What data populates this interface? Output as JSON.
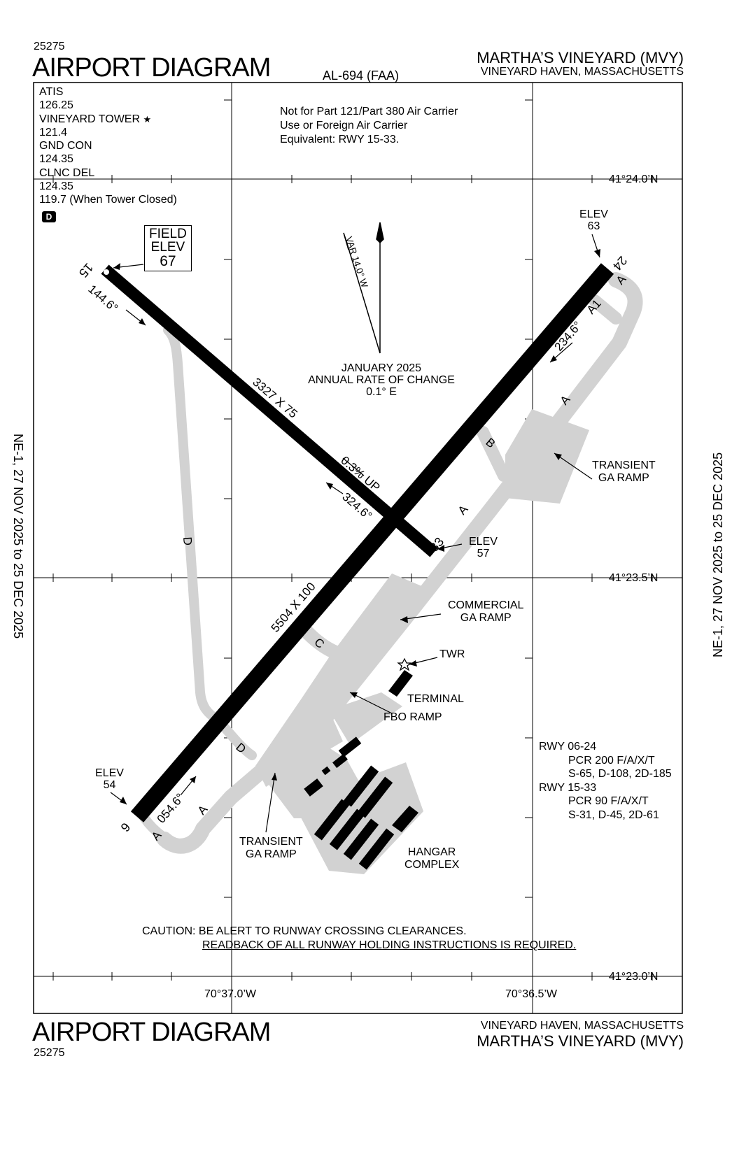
{
  "header": {
    "chart_number": "25275",
    "title": "AIRPORT DIAGRAM",
    "procedure_id": "AL-694 (FAA)",
    "airport_name": "MARTHA’S VINEYARD (MVY)",
    "location": "VINEYARD HAVEN, MASSACHUSETTS"
  },
  "footer": {
    "chart_number": "25275",
    "title": "AIRPORT DIAGRAM",
    "airport_name": "MARTHA’S VINEYARD (MVY)",
    "location": "VINEYARD HAVEN, MASSACHUSETTS"
  },
  "side_text": {
    "left": "NE-1,  27 NOV 2025  to  25 DEC 2025",
    "right": "NE-1,  27 NOV 2025  to  25 DEC 2025"
  },
  "frequencies": {
    "lines": [
      "ATIS",
      "126.25",
      "VINEYARD TOWER",
      "121.4",
      "GND CON",
      "124.35",
      "CLNC DEL",
      "124.35",
      "119.7 (When Tower Closed)"
    ],
    "star": "★",
    "badge": "D"
  },
  "notes": {
    "restriction": [
      "Not for Part 121/Part 380 Air Carrier",
      "Use or Foreign Air Carrier",
      "Equivalent: RWY 15-33."
    ],
    "magvar": "VAR 14.0° W",
    "rate_of_change": [
      "JANUARY 2025",
      "ANNUAL RATE OF CHANGE",
      "0.1° E"
    ],
    "caution_1": "CAUTION: BE ALERT TO RUNWAY CROSSING CLEARANCES.",
    "caution_2": "READBACK OF ALL RUNWAY HOLDING INSTRUCTIONS IS REQUIRED."
  },
  "field_elev": [
    "FIELD",
    "ELEV",
    "67"
  ],
  "coordinates": {
    "lat_top": "41°24.0’N",
    "lat_mid": "41°23.5’N",
    "lat_bot": "41°23.0’N",
    "lon_left": "70°37.0’W",
    "lon_right": "70°36.5’W"
  },
  "runways": {
    "rwy_06_24": {
      "dimensions": "5504 X 100",
      "end_6": "6",
      "end_24": "24",
      "heading_6": "054.6°",
      "heading_24": "234.6°",
      "elev_6": [
        "ELEV",
        "54"
      ],
      "elev_24": [
        "ELEV",
        "63"
      ]
    },
    "rwy_15_33": {
      "dimensions": "3327 X 75",
      "end_15": "15",
      "end_33": "33",
      "heading_15": "144.6°",
      "heading_33": "324.6°",
      "slope": "0.3% UP",
      "elev_33": [
        "ELEV",
        "57"
      ]
    }
  },
  "taxiways": [
    "A",
    "A1",
    "A",
    "B",
    "A",
    "C",
    "D",
    "D",
    "A",
    "A"
  ],
  "labels": {
    "transient_ga_ramp_east": [
      "TRANSIENT",
      "GA RAMP"
    ],
    "commercial_ga_ramp": [
      "COMMERCIAL",
      "GA RAMP"
    ],
    "twr": "TWR",
    "terminal": "TERMINAL",
    "fbo_ramp": "FBO RAMP",
    "transient_ga_ramp_south": [
      "TRANSIENT",
      "GA RAMP"
    ],
    "hangar_complex": [
      "HANGAR",
      "COMPLEX"
    ]
  },
  "pavement": [
    "RWY 06-24",
    "PCR 200 F/A/X/T",
    "S-65, D-108, 2D-185",
    "RWY 15-33",
    "PCR 90 F/A/X/T",
    "S-31, D-45, 2D-61"
  ],
  "colors": {
    "taxiway": "#d2d2d2",
    "runway": "#000000"
  }
}
